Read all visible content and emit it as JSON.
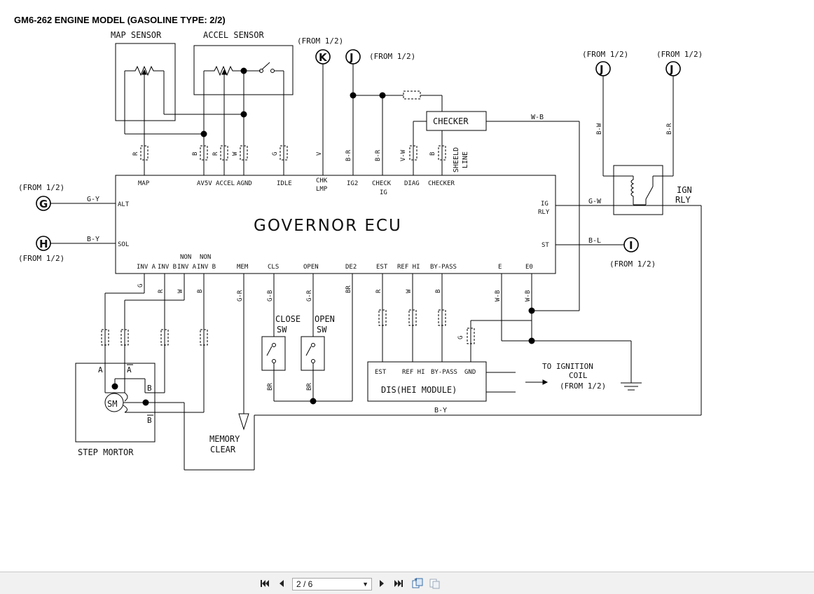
{
  "document": {
    "title": "GM6-262 ENGINE MODEL (GASOLINE TYPE: 2/2)"
  },
  "ecu": {
    "label": "GOVERNOR ECU",
    "top_pins": [
      "MAP",
      "AV5V",
      "ACCEL",
      "AGND",
      "IDLE",
      "CHK",
      "LMP",
      "IG2",
      "CHECK",
      "IG",
      "DIAG",
      "CHECKER"
    ],
    "left_pins": [
      "ALT",
      "SOL"
    ],
    "right_pins": [
      "IG",
      "RLY",
      "ST"
    ],
    "bottom_pins": [
      "INV A",
      "INV B",
      "NON",
      "INV A",
      "NON",
      "INV B",
      "MEM",
      "CLS",
      "OPEN",
      "DE2",
      "EST",
      "REF HI",
      "BY-PASS",
      "E",
      "E0"
    ]
  },
  "components": {
    "map_sensor": "MAP SENSOR",
    "accel_sensor": "ACCEL SENSOR",
    "checker": "CHECKER",
    "sheeld_line": [
      "SHEELD",
      "LINE"
    ],
    "ign_rly": [
      "IGN",
      "RLY"
    ],
    "close_open_sw": [
      "CLOSE",
      "OPEN",
      "SW",
      "SW"
    ],
    "dis_module": "DIS(HEI MODULE)",
    "dis_pins": [
      "EST",
      "REF HI",
      "BY-PASS",
      "GND"
    ],
    "ignition_coil": [
      "TO IGNITION",
      "COIL",
      "(FROM 1/2)"
    ],
    "memory_clear": [
      "MEMORY",
      "CLEAR"
    ],
    "step_motor": "STEP MORTOR",
    "sm": "SM",
    "motor_terminals": [
      "A",
      "A",
      "B",
      "B"
    ]
  },
  "connectors": {
    "from_label": "(FROM 1/2)",
    "K": "K",
    "J": "J",
    "G": "G",
    "H": "H",
    "I": "I"
  },
  "wire_colors": {
    "top": [
      "R",
      "B",
      "R",
      "W",
      "G",
      "V",
      "B-R",
      "B-R",
      "V-W",
      "B"
    ],
    "alt": "G-Y",
    "sol": "B-Y",
    "ig_rly": "G-W",
    "st": "B-L",
    "checker_out": "W-B",
    "relay_in": [
      "B-W",
      "B-R"
    ],
    "bottom": [
      "G",
      "R",
      "W",
      "B",
      "G-R",
      "G-B",
      "G-R",
      "BR",
      "R",
      "W",
      "B",
      "W-B",
      "W-B"
    ],
    "switch_gnd": [
      "BR",
      "BR"
    ],
    "dis_gnd": "G",
    "return": "B-Y"
  },
  "viewer": {
    "page_display": "2 / 6",
    "icons": [
      "first-page-icon",
      "prev-page-icon",
      "next-page-icon",
      "last-page-icon",
      "rotate-icon",
      "fit-page-icon"
    ]
  }
}
